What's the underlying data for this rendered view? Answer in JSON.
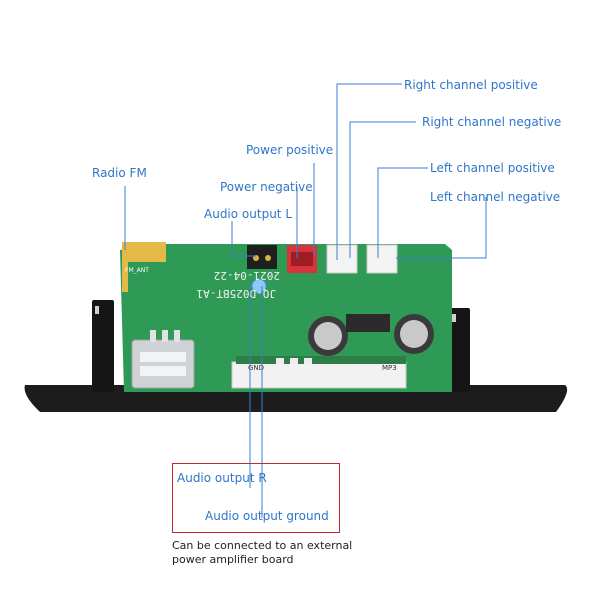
{
  "labels": {
    "right_channel_positive": "Right channel positive",
    "right_channel_negative": "Right channel negative",
    "power_positive": "Power positive",
    "left_channel_positive": "Left channel positive",
    "radio_fm": "Radio FM",
    "power_negative": "Power negative",
    "left_channel_negative": "Left channel negative",
    "audio_output_l": "Audio output L",
    "audio_output_r": "Audio output R",
    "audio_output_ground": "Audio output ground"
  },
  "board": {
    "date_marking": "2021-04-22",
    "model_marking": "JQ-D025BT-A1",
    "fm_ant_marking": "FM_ANT",
    "mp3_marking": "MP3",
    "gnd_marking": "GND"
  },
  "note": {
    "line1": "Can be connected to an external",
    "line2": "power amplifier board"
  },
  "colors": {
    "label_blue": "#2f76c8",
    "line_blue": "#3a7fd0",
    "box_red": "#c0282d",
    "pcb_green": "#2f9a55",
    "panel_black": "#1c1c1c"
  }
}
